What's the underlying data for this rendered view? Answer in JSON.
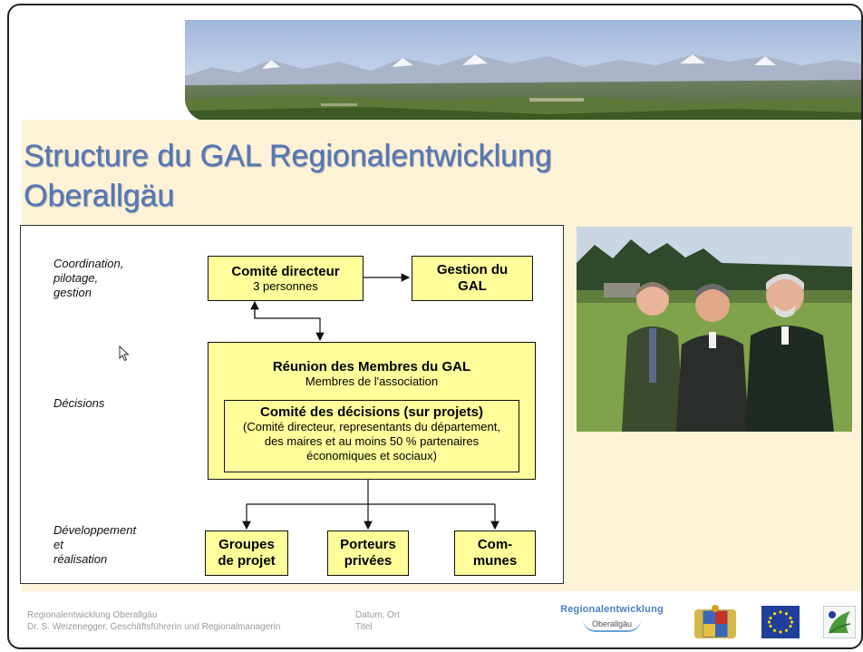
{
  "title": {
    "line1": "Structure du GAL Regionalentwicklung",
    "line2": "Oberallgäu"
  },
  "org_chart": {
    "labels": {
      "coordination": "Coordination,\npilotage,\ngestion",
      "decisions": "Décisions",
      "development": "Développement\net\nréalisation"
    },
    "comite_directeur": {
      "title": "Comité directeur",
      "subtitle": "3 personnes"
    },
    "gestion": {
      "title": "Gestion du\nGAL"
    },
    "reunion": {
      "title": "Réunion des Membres du GAL",
      "subtitle": "Membres de l'association"
    },
    "comite_decisions": {
      "title": "Comité des décisions (sur projets)",
      "subtitle": "(Comité directeur, representants du département,\ndes maires et au moins 50 % partenaires\néconomiques et sociaux)"
    },
    "groupes": "Groupes\nde projet",
    "porteurs": "Porteurs\nprivées",
    "communes": "Com-\nmunes"
  },
  "footer": {
    "left_line1": "Regionalentwicklung Oberallgäu",
    "left_line2": "Dr. S. Weizenegger, Geschäftsführerin und Regionalmanagerin",
    "mid_line1": "Datum, Ort",
    "mid_line2": "Titel"
  },
  "logos": {
    "regio_name": "Regionalentwicklung",
    "regio_sub": "Oberallgäu"
  },
  "colors": {
    "title": "#5676b4",
    "band": "#fdf2d6",
    "box_fill": "#fffe9a",
    "footer_text": "#9a9a9a"
  }
}
